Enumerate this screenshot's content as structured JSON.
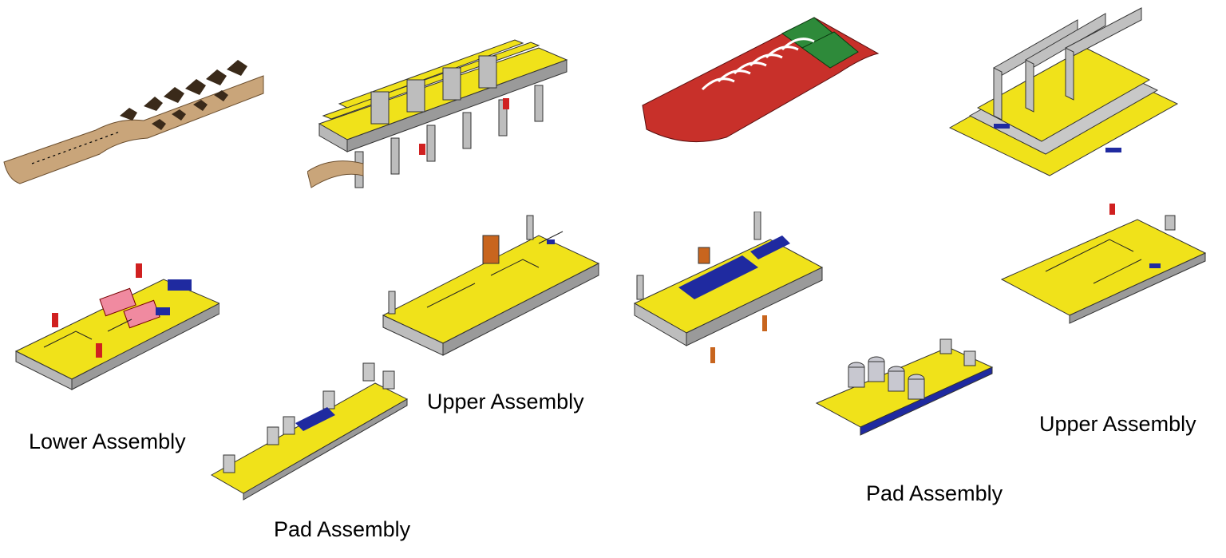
{
  "labels": {
    "lower_assembly": "Lower Assembly",
    "pad_assembly_left": "Pad Assembly",
    "upper_assembly_left": "Upper Assembly",
    "pad_assembly_right": "Pad Assembly",
    "upper_assembly_right": "Upper Assembly"
  },
  "colors": {
    "strip_tan": "#c9a57a",
    "strip_red": "#c8302a",
    "strip_green": "#2e8a3a",
    "plate_yellow": "#f0e21a",
    "steel_gray": "#b8b8b8",
    "accent_blue": "#1f2aa0",
    "accent_red": "#d02020",
    "accent_orange": "#c8651e",
    "pink": "#f08aa0"
  },
  "icons": [
    "strip-layout-figure",
    "die-assembly-figure",
    "pad-assembly-figure"
  ]
}
